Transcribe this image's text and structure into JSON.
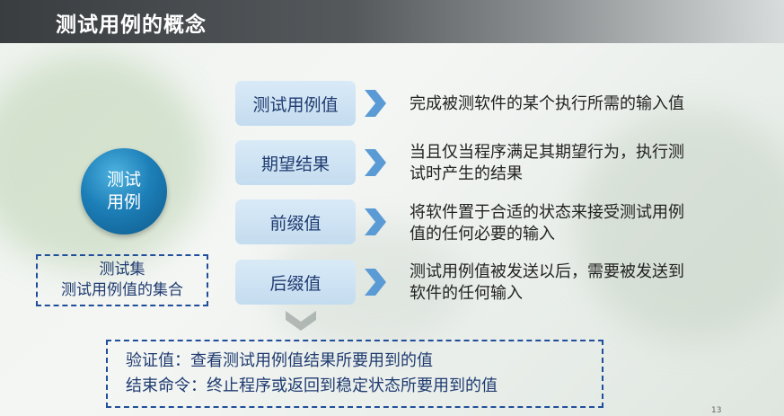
{
  "slide": {
    "title": "测试用例的概念",
    "page_number": "13"
  },
  "concept": {
    "circle_line1": "测试",
    "circle_line2": "用例",
    "set_line1": "测试集",
    "set_line2": "测试用例值的集合"
  },
  "items": [
    {
      "term": "测试用例值",
      "desc_line1": "完成被测软件的某个执行所需的输入值",
      "desc_line2": ""
    },
    {
      "term": "期望结果",
      "desc_line1": "当且仅当程序满足其期望行为，执行测",
      "desc_line2": "试时产生的结果"
    },
    {
      "term": "前缀值",
      "desc_line1": "将软件置于合适的状态来接受测试用例",
      "desc_line2": "值的任何必要的输入"
    },
    {
      "term": "后缀值",
      "desc_line1": "测试用例值被发送以后，需要被发送到",
      "desc_line2": "软件的任何输入"
    }
  ],
  "suffix_kinds": {
    "line1": "验证值：查看测试用例值结果所要用到的值",
    "line2": "结束命令：终止程序或返回到稳定状态所要用到的值"
  },
  "colors": {
    "accent_blue": "#1f4e9a",
    "circle_blue": "#1d7fb8",
    "term_bg": "#d9eaf7",
    "chevron": "#5b9bd5"
  }
}
